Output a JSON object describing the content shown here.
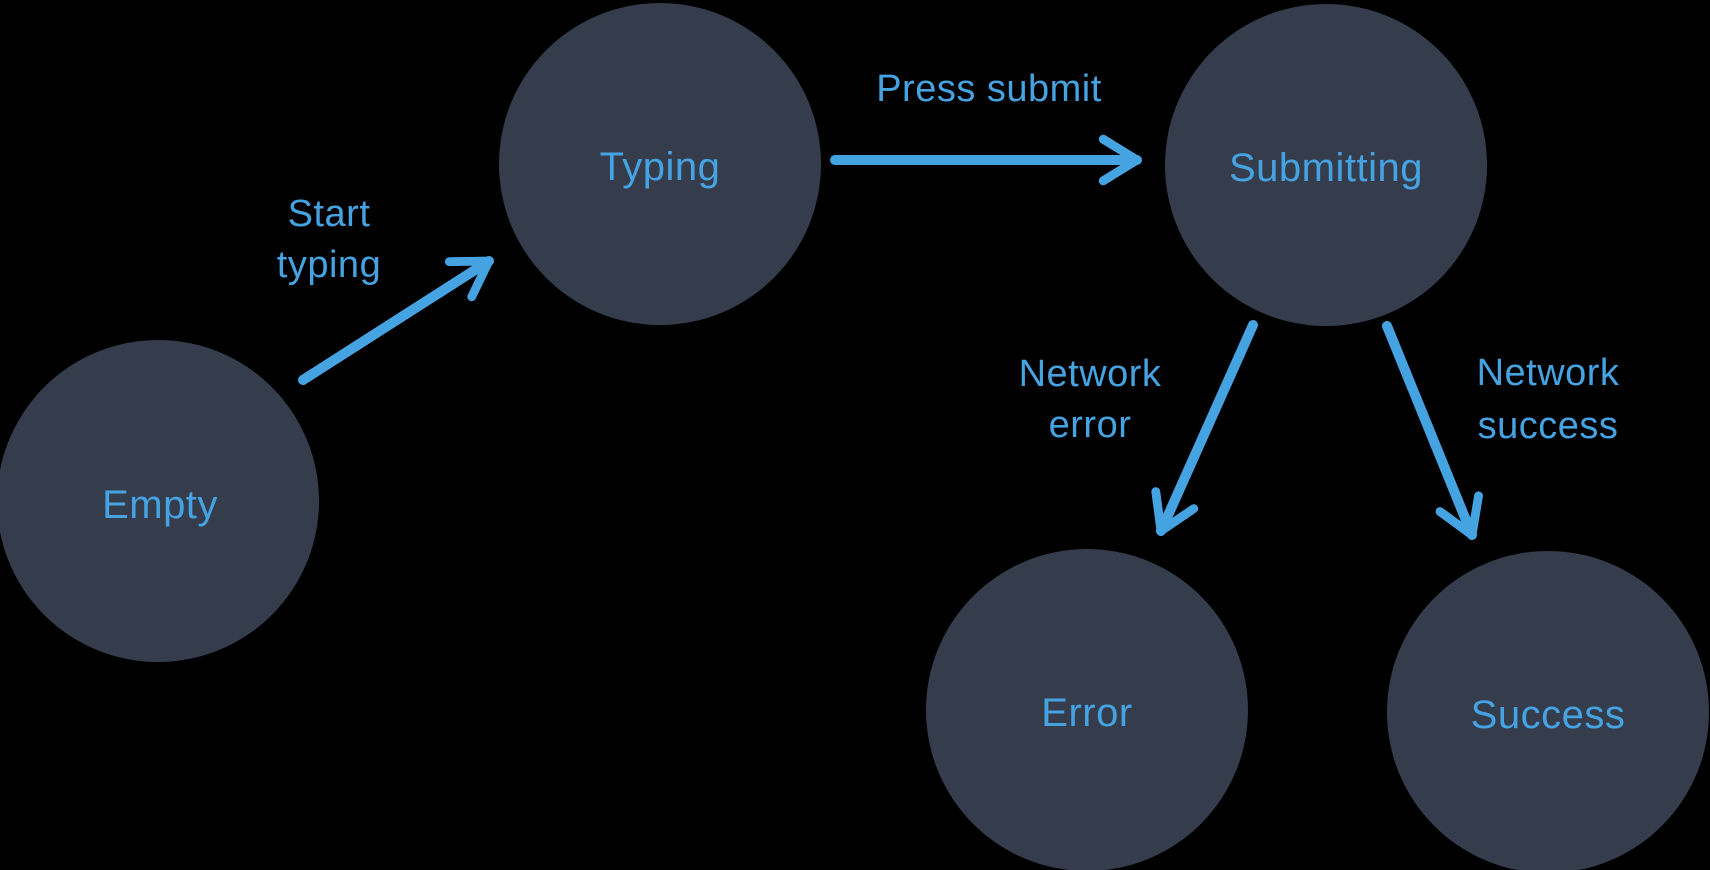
{
  "colors": {
    "background": "#000000",
    "node_fill": "#353D4D",
    "accent": "#46A3E2"
  },
  "diagram": {
    "type": "state-machine",
    "states": [
      {
        "id": "empty",
        "label": "Empty"
      },
      {
        "id": "typing",
        "label": "Typing"
      },
      {
        "id": "submitting",
        "label": "Submitting"
      },
      {
        "id": "error",
        "label": "Error"
      },
      {
        "id": "success",
        "label": "Success"
      }
    ],
    "transitions": [
      {
        "id": "start-typing",
        "from": "Empty",
        "to": "Typing",
        "lines": [
          "Start",
          "typing"
        ]
      },
      {
        "id": "press-submit",
        "from": "Typing",
        "to": "Submitting",
        "lines": [
          "Press submit"
        ]
      },
      {
        "id": "network-error",
        "from": "Submitting",
        "to": "Error",
        "lines": [
          "Network",
          "error"
        ]
      },
      {
        "id": "network-success",
        "from": "Submitting",
        "to": "Success",
        "lines": [
          "Network",
          "success"
        ]
      }
    ]
  }
}
